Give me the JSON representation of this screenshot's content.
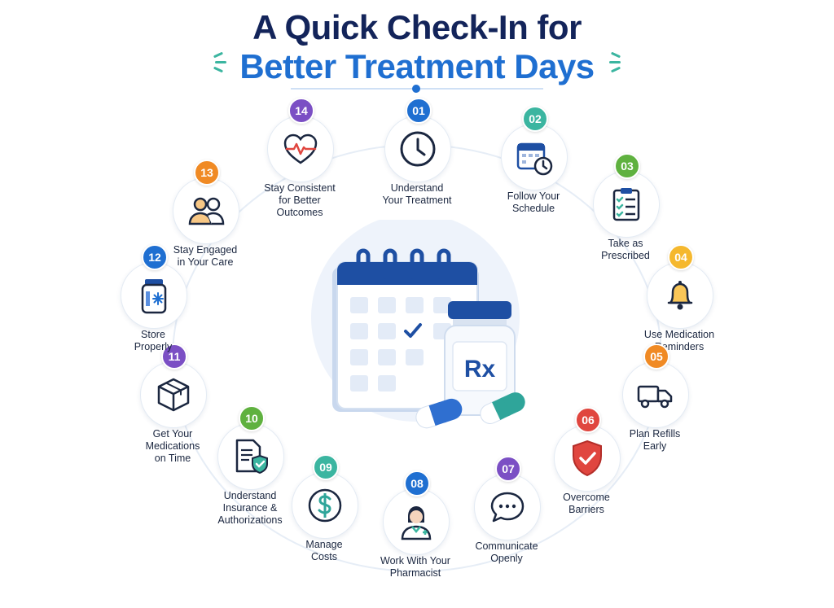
{
  "title": {
    "line1": "A Quick Check-In for",
    "line2": "Better Treatment Days"
  },
  "colors": {
    "navy": "#13245a",
    "blue": "#1f6fd1",
    "teal": "#3bb5a0",
    "purple": "#7b4fc4",
    "orange": "#f08a24",
    "yellow": "#f5b82e",
    "red": "#e0463f",
    "green": "#5fb13f"
  },
  "center": {
    "rx_label": "Rx"
  },
  "steps": [
    {
      "number": "01",
      "label": "Understand\nYour Treatment",
      "icon": "clock-icon",
      "badge_color": "#1f6fd1"
    },
    {
      "number": "02",
      "label": "Follow Your\nSchedule",
      "icon": "calendar-clock-icon",
      "badge_color": "#3bb5a0"
    },
    {
      "number": "03",
      "label": "Take as\nPrescribed",
      "icon": "clipboard-checklist-icon",
      "badge_color": "#5fb13f"
    },
    {
      "number": "04",
      "label": "Use Medication\nReminders",
      "icon": "bell-icon",
      "badge_color": "#f5b82e"
    },
    {
      "number": "05",
      "label": "Plan Refills\nEarly",
      "icon": "delivery-truck-icon",
      "badge_color": "#f08a24"
    },
    {
      "number": "06",
      "label": "Overcome\nBarriers",
      "icon": "shield-check-icon",
      "badge_color": "#e0463f"
    },
    {
      "number": "07",
      "label": "Communicate\nOpenly",
      "icon": "chat-bubble-icon",
      "badge_color": "#7b4fc4"
    },
    {
      "number": "08",
      "label": "Work With Your\nPharmacist",
      "icon": "pharmacist-icon",
      "badge_color": "#1f6fd1"
    },
    {
      "number": "09",
      "label": "Manage\nCosts",
      "icon": "dollar-icon",
      "badge_color": "#3bb5a0"
    },
    {
      "number": "10",
      "label": "Understand\nInsurance &\nAuthorizations",
      "icon": "insurance-document-icon",
      "badge_color": "#5fb13f"
    },
    {
      "number": "11",
      "label": "Get Your\nMedications\non Time",
      "icon": "package-box-icon",
      "badge_color": "#7b4fc4"
    },
    {
      "number": "12",
      "label": "Store\nProperly",
      "icon": "cold-storage-bottle-icon",
      "badge_color": "#1f6fd1"
    },
    {
      "number": "13",
      "label": "Stay Engaged\nin Your Care",
      "icon": "people-icon",
      "badge_color": "#f08a24"
    },
    {
      "number": "14",
      "label": "Stay Consistent\nfor Better\nOutcomes",
      "icon": "heart-pulse-icon",
      "badge_color": "#7b4fc4"
    }
  ]
}
